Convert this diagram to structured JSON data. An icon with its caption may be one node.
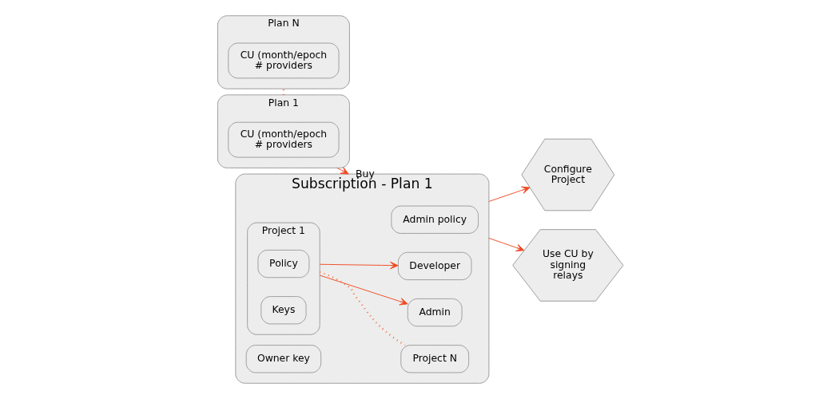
{
  "diagram": {
    "nodes": [
      {
        "text": [
          "Plan 1"
        ]
      },
      {
        "text": [
          "CU (month/epoch # providers"
        ],
        "in": 0
      },
      {
        "text": [
          "Plan N"
        ]
      },
      {
        "text": [
          "CU (month/epoch # providers"
        ],
        "in": 2
      },
      {
        "text": [
          "Subscription - Plan 1"
        ]
      },
      {
        "text": [
          "Admin policy"
        ],
        "in": 4
      },
      {
        "text": [
          "Project 1"
        ],
        "in": 4
      },
      {
        "text": [
          "Policy"
        ],
        "in": 6
      },
      {
        "text": [
          "Keys"
        ],
        "in": 6
      },
      {
        "text": [
          "Project N"
        ],
        "in": 4
      },
      {
        "text": [
          "Admin"
        ],
        "in": 4
      },
      {
        "text": [
          "Developer"
        ],
        "in": 4
      },
      {
        "text": [
          "Owner key"
        ],
        "in": 4
      },
      {
        "text": [
          "Configure Project"
        ]
      },
      {
        "text": [
          "Use CU by signing relays"
        ]
      }
    ],
    "edges": [
      {
        "from": 0,
        "to": 4,
        "arrow": "to",
        "label": "Buy",
        "color": "#f04a23"
      },
      {
        "from": 0,
        "to": 2,
        "arrow": "none",
        "style": "dashed",
        "color": "#f26b3a"
      },
      {
        "from": 6,
        "to": 9,
        "arrow": "none",
        "style": "dashed",
        "color": "#f26b3a"
      },
      {
        "from": 6,
        "to": 10,
        "arrow": "to",
        "color": "#f04a23"
      },
      {
        "from": 6,
        "to": 11,
        "arrow": "to",
        "color": "#f04a23"
      },
      {
        "from": 4,
        "to": 13,
        "arrow": "to",
        "color": "#f04a23"
      },
      {
        "from": 4,
        "to": 14,
        "arrow": "to",
        "color": "#f04a23"
      }
    ]
  }
}
